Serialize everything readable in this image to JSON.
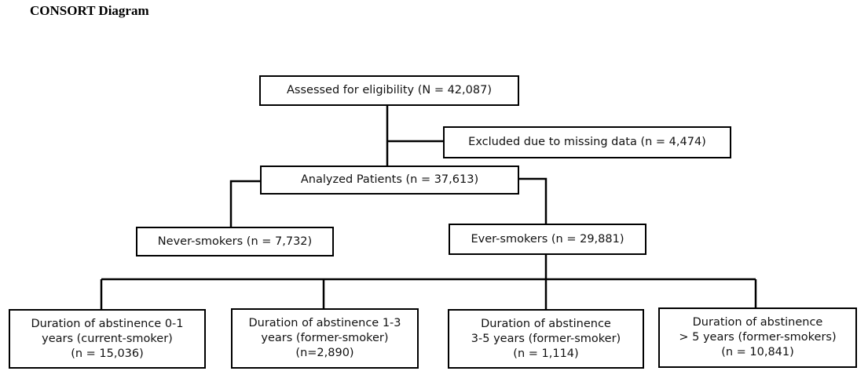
{
  "title": "CONSORT Diagram",
  "boxes": {
    "assessed": "Assessed for eligibility (N = 42,087)",
    "excluded": "Excluded due to missing data (n = 4,474)",
    "analyzed": "Analyzed Patients (n = 37,613)",
    "never": "Never-smokers (n = 7,732)",
    "ever": "Ever-smokers (n = 29,881)",
    "d01": [
      "Duration of abstinence 0-1",
      "years (current-smoker)",
      "(n = 15,036)"
    ],
    "d13": [
      "Duration of abstinence 1-3",
      "years (former-smoker)",
      "(n=2,890)"
    ],
    "d35": [
      "Duration of abstinence",
      "3-5 years (former-smoker)",
      "(n = 1,114)"
    ],
    "d5p": [
      "Duration of abstinence",
      "> 5 years (former-smokers)",
      "(n = 10,841)"
    ]
  }
}
